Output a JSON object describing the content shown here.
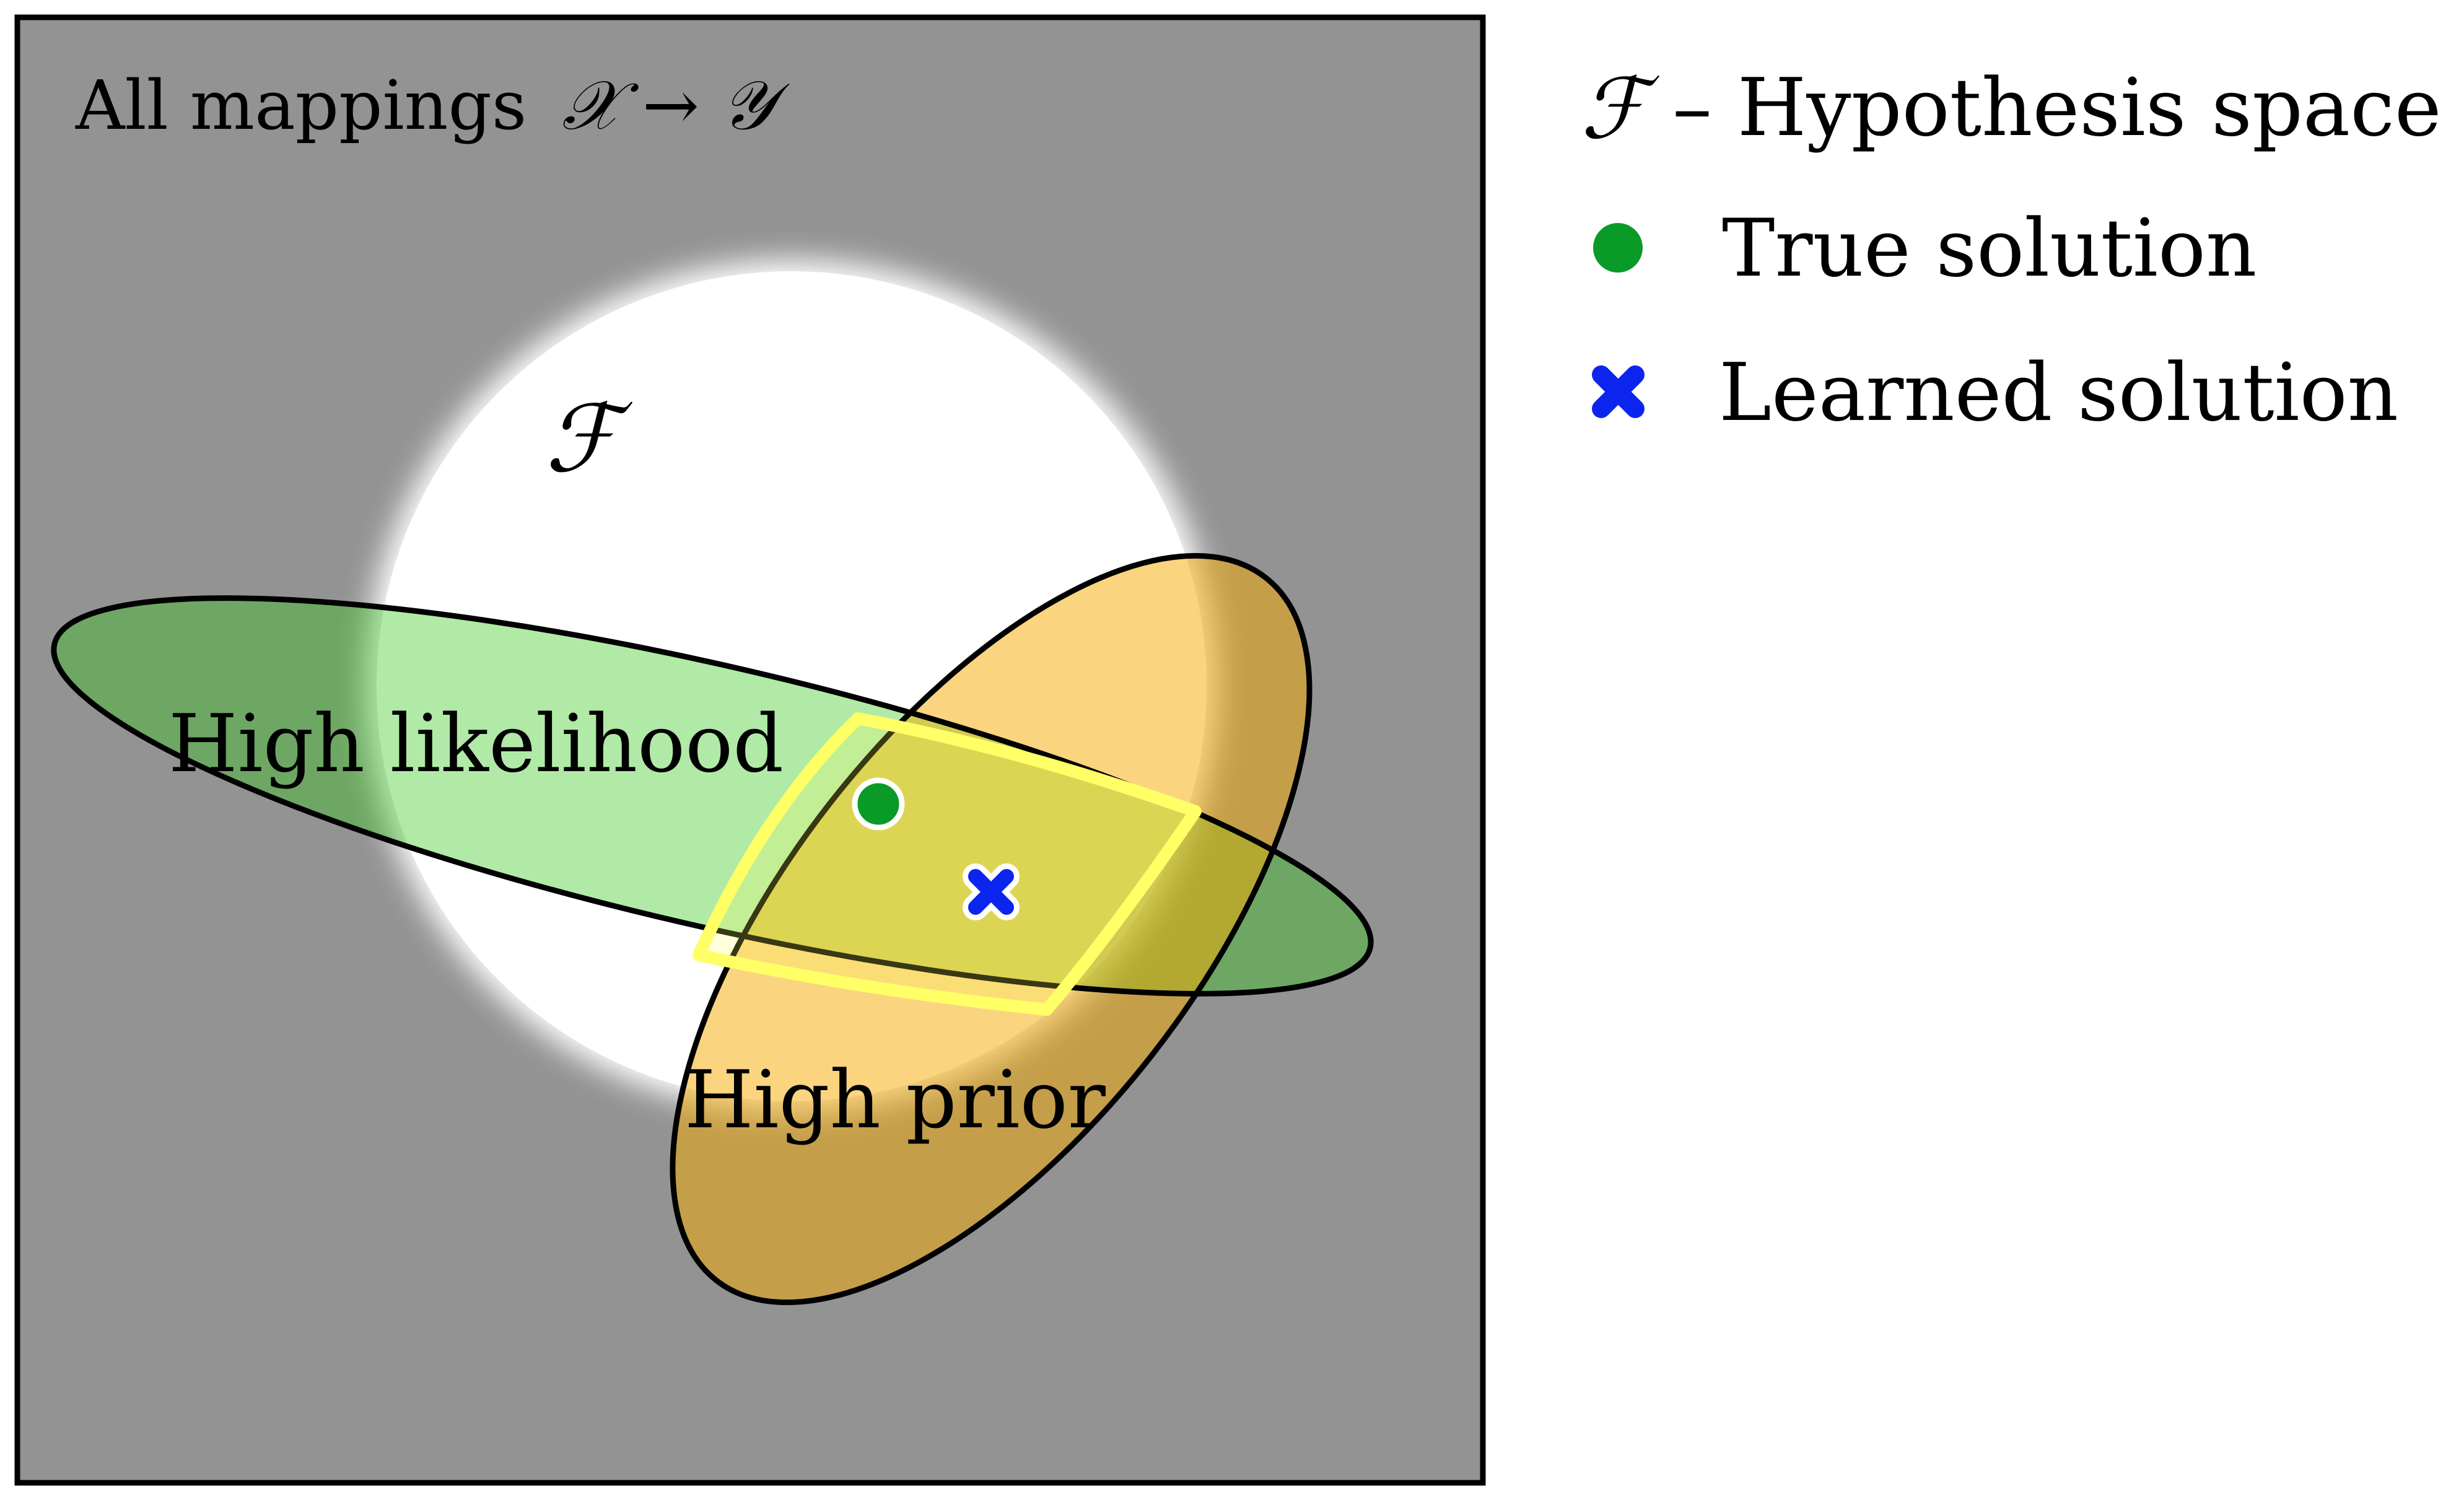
{
  "diagram": {
    "outer_box": {
      "label": "All mappings",
      "math": "𝒳 → 𝒴"
    },
    "hypothesis_space_symbol": "ℱ",
    "regions": {
      "likelihood_label": "High likelihood",
      "prior_label": "High prior"
    }
  },
  "legend": {
    "items": [
      {
        "symbol": "ℱ",
        "text": "– Hypothesis space",
        "icon": "hypothesis-symbol"
      },
      {
        "text": "True solution",
        "icon": "green-circle-icon"
      },
      {
        "text": "Learned solution",
        "icon": "blue-cross-icon"
      }
    ]
  },
  "colors": {
    "outer_gray": "#939393",
    "hypothesis_white": "#ffffff",
    "likelihood_green": "#98d97a",
    "prior_orange": "#f5c24a",
    "overlap_yellow": "#ffff66",
    "true_solution": "#0a9a27",
    "learned_solution": "#0c25ee"
  }
}
